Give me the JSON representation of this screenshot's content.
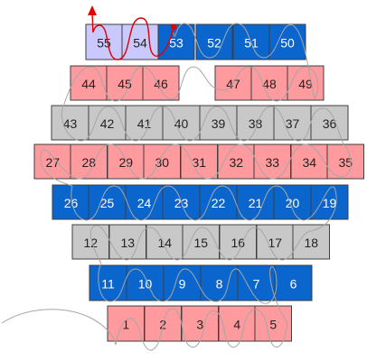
{
  "colors": {
    "pink": "#ff9a9e",
    "gray": "#c8c8c8",
    "blue": "#0a66cc",
    "lavender": "#c9c9ff",
    "red_path": "#e00000",
    "thread": "#a6a6a6",
    "label_dark": "#222222",
    "label_light": "#ffffff"
  },
  "rows": [
    {
      "name": "row-1",
      "color": "lavender",
      "cells": [
        {
          "label": "55",
          "color": "lavender"
        },
        {
          "label": "54",
          "color": "lavender"
        },
        {
          "label": "53",
          "color": "blue"
        },
        {
          "label": "52",
          "color": "blue"
        },
        {
          "label": "51",
          "color": "blue"
        },
        {
          "label": "50",
          "color": "blue"
        }
      ]
    },
    {
      "name": "row-2",
      "color": "pink",
      "cells": [
        {
          "label": "44",
          "color": "pink"
        },
        {
          "label": "45",
          "color": "pink"
        },
        {
          "label": "46",
          "color": "pink"
        },
        {
          "label": "47",
          "color": "pink"
        },
        {
          "label": "48",
          "color": "pink"
        },
        {
          "label": "49",
          "color": "pink"
        }
      ]
    },
    {
      "name": "row-3",
      "color": "gray",
      "cells": [
        {
          "label": "43",
          "color": "gray"
        },
        {
          "label": "42",
          "color": "gray"
        },
        {
          "label": "41",
          "color": "gray"
        },
        {
          "label": "40",
          "color": "gray"
        },
        {
          "label": "39",
          "color": "gray"
        },
        {
          "label": "38",
          "color": "gray"
        },
        {
          "label": "37",
          "color": "gray"
        },
        {
          "label": "36",
          "color": "gray"
        }
      ]
    },
    {
      "name": "row-4",
      "color": "pink",
      "cells": [
        {
          "label": "27",
          "color": "pink"
        },
        {
          "label": "28",
          "color": "pink"
        },
        {
          "label": "29",
          "color": "pink"
        },
        {
          "label": "30",
          "color": "pink"
        },
        {
          "label": "31",
          "color": "pink"
        },
        {
          "label": "32",
          "color": "pink"
        },
        {
          "label": "33",
          "color": "pink"
        },
        {
          "label": "34",
          "color": "pink"
        },
        {
          "label": "35",
          "color": "pink"
        }
      ]
    },
    {
      "name": "row-5",
      "color": "blue",
      "cells": [
        {
          "label": "26",
          "color": "blue"
        },
        {
          "label": "25",
          "color": "blue"
        },
        {
          "label": "24",
          "color": "blue"
        },
        {
          "label": "23",
          "color": "blue"
        },
        {
          "label": "22",
          "color": "blue"
        },
        {
          "label": "21",
          "color": "blue"
        },
        {
          "label": "20",
          "color": "blue"
        },
        {
          "label": "19",
          "color": "blue"
        }
      ]
    },
    {
      "name": "row-6",
      "color": "gray",
      "cells": [
        {
          "label": "12",
          "color": "gray"
        },
        {
          "label": "13",
          "color": "gray"
        },
        {
          "label": "14",
          "color": "gray"
        },
        {
          "label": "15",
          "color": "gray"
        },
        {
          "label": "16",
          "color": "gray"
        },
        {
          "label": "17",
          "color": "gray"
        },
        {
          "label": "18",
          "color": "gray"
        }
      ]
    },
    {
      "name": "row-7",
      "color": "blue",
      "cells": [
        {
          "label": "11",
          "color": "blue"
        },
        {
          "label": "10",
          "color": "blue"
        },
        {
          "label": "9",
          "color": "blue"
        },
        {
          "label": "8",
          "color": "blue"
        },
        {
          "label": "7",
          "color": "blue"
        },
        {
          "label": "6",
          "color": "blue"
        }
      ]
    },
    {
      "name": "row-8",
      "color": "pink",
      "cells": [
        {
          "label": "1",
          "color": "pink"
        },
        {
          "label": "2",
          "color": "pink"
        },
        {
          "label": "3",
          "color": "pink"
        },
        {
          "label": "4",
          "color": "pink"
        },
        {
          "label": "5",
          "color": "pink"
        }
      ]
    }
  ]
}
